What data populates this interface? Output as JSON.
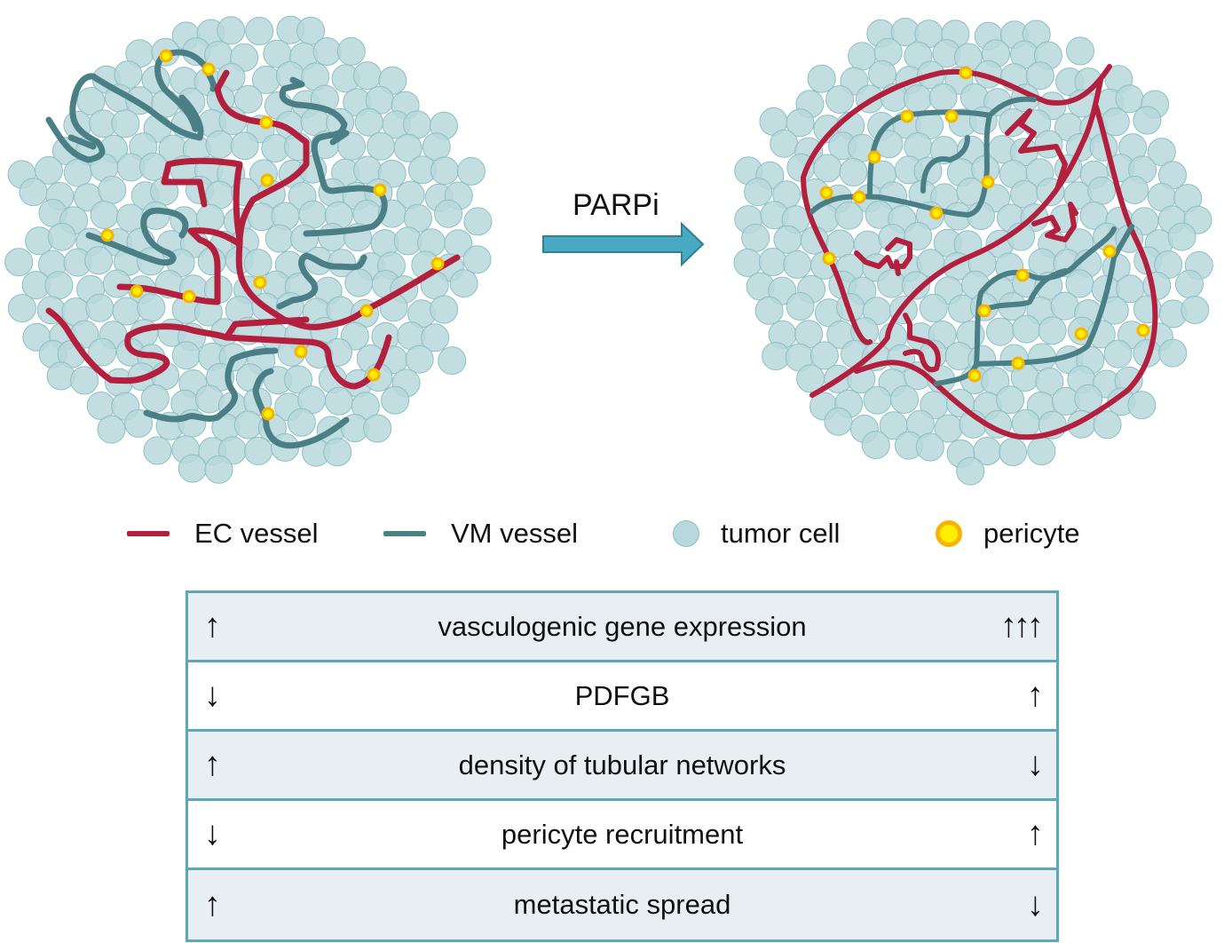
{
  "diagram": {
    "treatment_label": "PARPi",
    "panels": [
      {
        "name": "before-treatment",
        "description": "disorganized network with many VM vessels and few pericytes"
      },
      {
        "name": "after-treatment",
        "description": "organized EC vessel loops enclosing VM networks with more pericytes"
      }
    ],
    "colors": {
      "ec_vessel": "#b3203e",
      "vm_vessel": "#4a7f86",
      "tumor_cell": "#b7d8dc",
      "tumor_cell_stroke": "#8fbfc5",
      "pericyte_fill": "#ffee00",
      "pericyte_ring": "#f5b400",
      "arrow": "#4aa9c2",
      "table_border": "#5ba8bd",
      "table_shade": "#e7eff3"
    }
  },
  "legend": [
    {
      "key": "ec",
      "label": "EC vessel"
    },
    {
      "key": "vm",
      "label": "VM vessel"
    },
    {
      "key": "tumor",
      "label": "tumor cell"
    },
    {
      "key": "pericyte",
      "label": "pericyte"
    }
  ],
  "table": {
    "rows": [
      {
        "before": "↑",
        "label": "vasculogenic gene expression",
        "after": "↑↑↑"
      },
      {
        "before": "↓",
        "label": "PDFGB",
        "after": "↑"
      },
      {
        "before": "↑",
        "label": "density of tubular networks",
        "after": "↓"
      },
      {
        "before": "↓",
        "label": "pericyte recruitment",
        "after": "↑"
      },
      {
        "before": "↑",
        "label": "metastatic spread",
        "after": "↓"
      }
    ]
  }
}
